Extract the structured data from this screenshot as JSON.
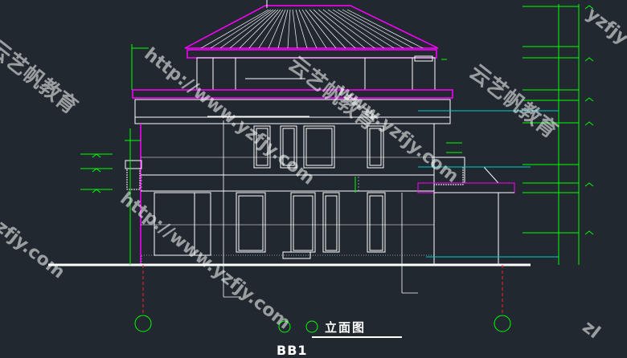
{
  "drawing": {
    "title": "立面图",
    "subtitle": "BB1",
    "colors": {
      "background": "#212830",
      "outline": "#ffffff",
      "roof_edge": "#ff00ff",
      "dimension": "#00ff00",
      "guide": "#00cccc",
      "axis": "#ff2020"
    }
  },
  "watermarks": [
    {
      "text": "云艺帆教育"
    },
    {
      "text": "http://www.yzfjy.com"
    },
    {
      "text": "云艺帆教育"
    },
    {
      "text": "www.yzfjy.com"
    },
    {
      "text": "云艺帆教育"
    },
    {
      "text": "http://www.yzfjy.com"
    },
    {
      "text": "yzfjy"
    },
    {
      "text": "zfjy.com"
    },
    {
      "text": "zl"
    }
  ]
}
